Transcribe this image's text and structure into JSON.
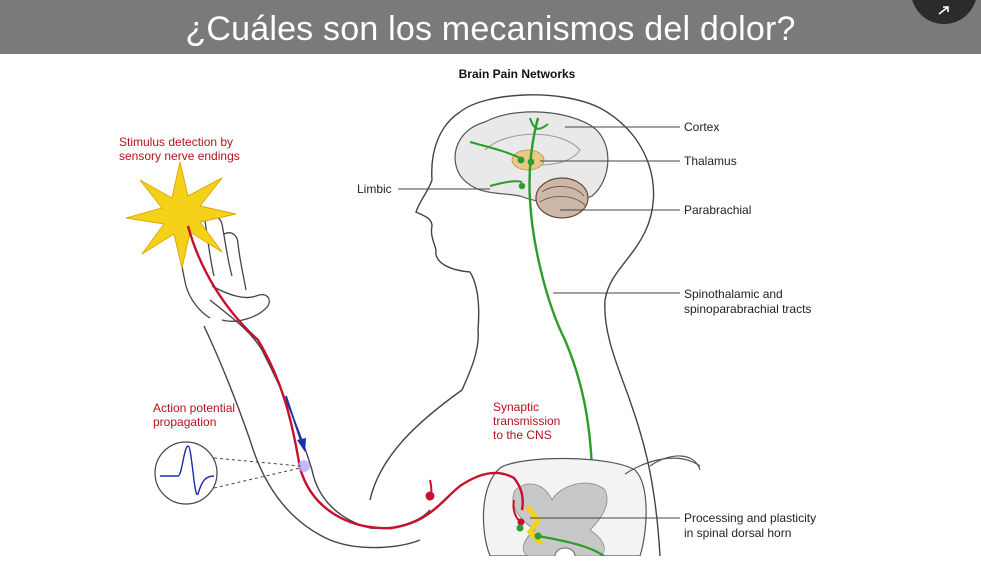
{
  "header": {
    "title": "¿Cuáles son los mecanismos del dolor?",
    "corner_icon": "expand-arrow-icon"
  },
  "diagram": {
    "title": "Brain Pain Networks",
    "labels": {
      "stimulus": [
        "Stimulus detection by",
        "sensory nerve endings"
      ],
      "action": [
        "Action potential",
        "propagation"
      ],
      "synaptic": [
        "Synaptic",
        "transmission",
        "to the CNS"
      ],
      "limbic": "Limbic",
      "cortex": "Cortex",
      "thalamus": "Thalamus",
      "parabrachial": "Parabrachial",
      "spinothalamic": [
        "Spinothalamic and",
        "spinoparabrachial tracts"
      ],
      "processing": [
        "Processing and plasticity",
        "in spinal dorsal horn"
      ]
    },
    "colors": {
      "outline": "#444444",
      "pain_pathway": "#c8102e",
      "ascending_tract": "#2a9d2a",
      "red_label": "#b5121b",
      "arrow": "#1a2fb0",
      "burst": "#f5d21a",
      "thalamus": "#e8c98a",
      "cerebellum": "#6b4a3a",
      "gray_matter": "#c8c8c8"
    }
  }
}
